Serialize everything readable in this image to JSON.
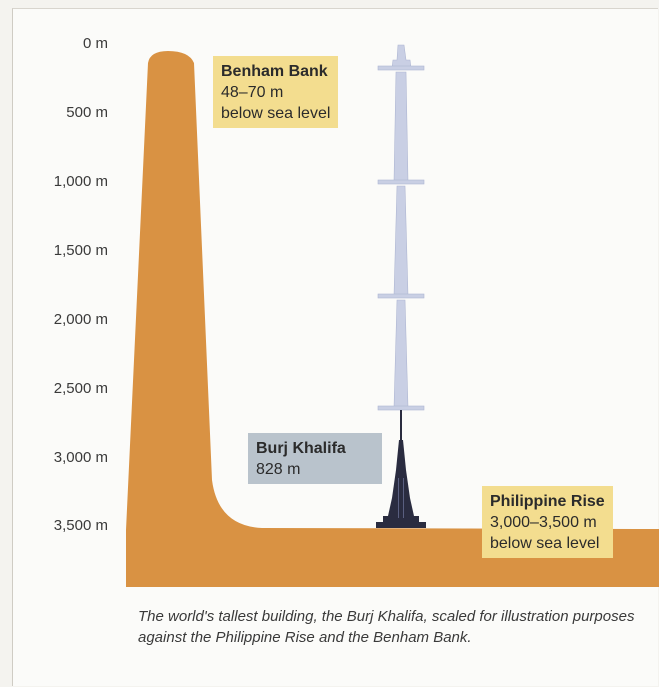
{
  "colors": {
    "seabed": "#d99243",
    "label_bg": "#f3dd8f",
    "burj_label_bg": "#b9c3cc",
    "tower_dark": "#2a2c40",
    "tower_ghost": "#c9cfe4"
  },
  "axis": {
    "ticks": [
      "0 m",
      "500 m",
      "1,000 m",
      "1,500 m",
      "2,000 m",
      "2,500 m",
      "3,000 m",
      "3,500 m"
    ]
  },
  "labels": {
    "benham": {
      "title": "Benham Bank",
      "line1": "48–70 m",
      "line2": "below sea level"
    },
    "burj": {
      "title": "Burj Khalifa",
      "line1": "828 m"
    },
    "philippine": {
      "title": "Philippine Rise",
      "line1": "3,000–3,500 m",
      "line2": "below sea level"
    }
  },
  "caption": "The world's tallest building, the Burj Khalifa, scaled for illustration purposes against the Philippine Rise and the Benham Bank.",
  "icons": {
    "tower": "burj-khalifa-tower-icon"
  }
}
